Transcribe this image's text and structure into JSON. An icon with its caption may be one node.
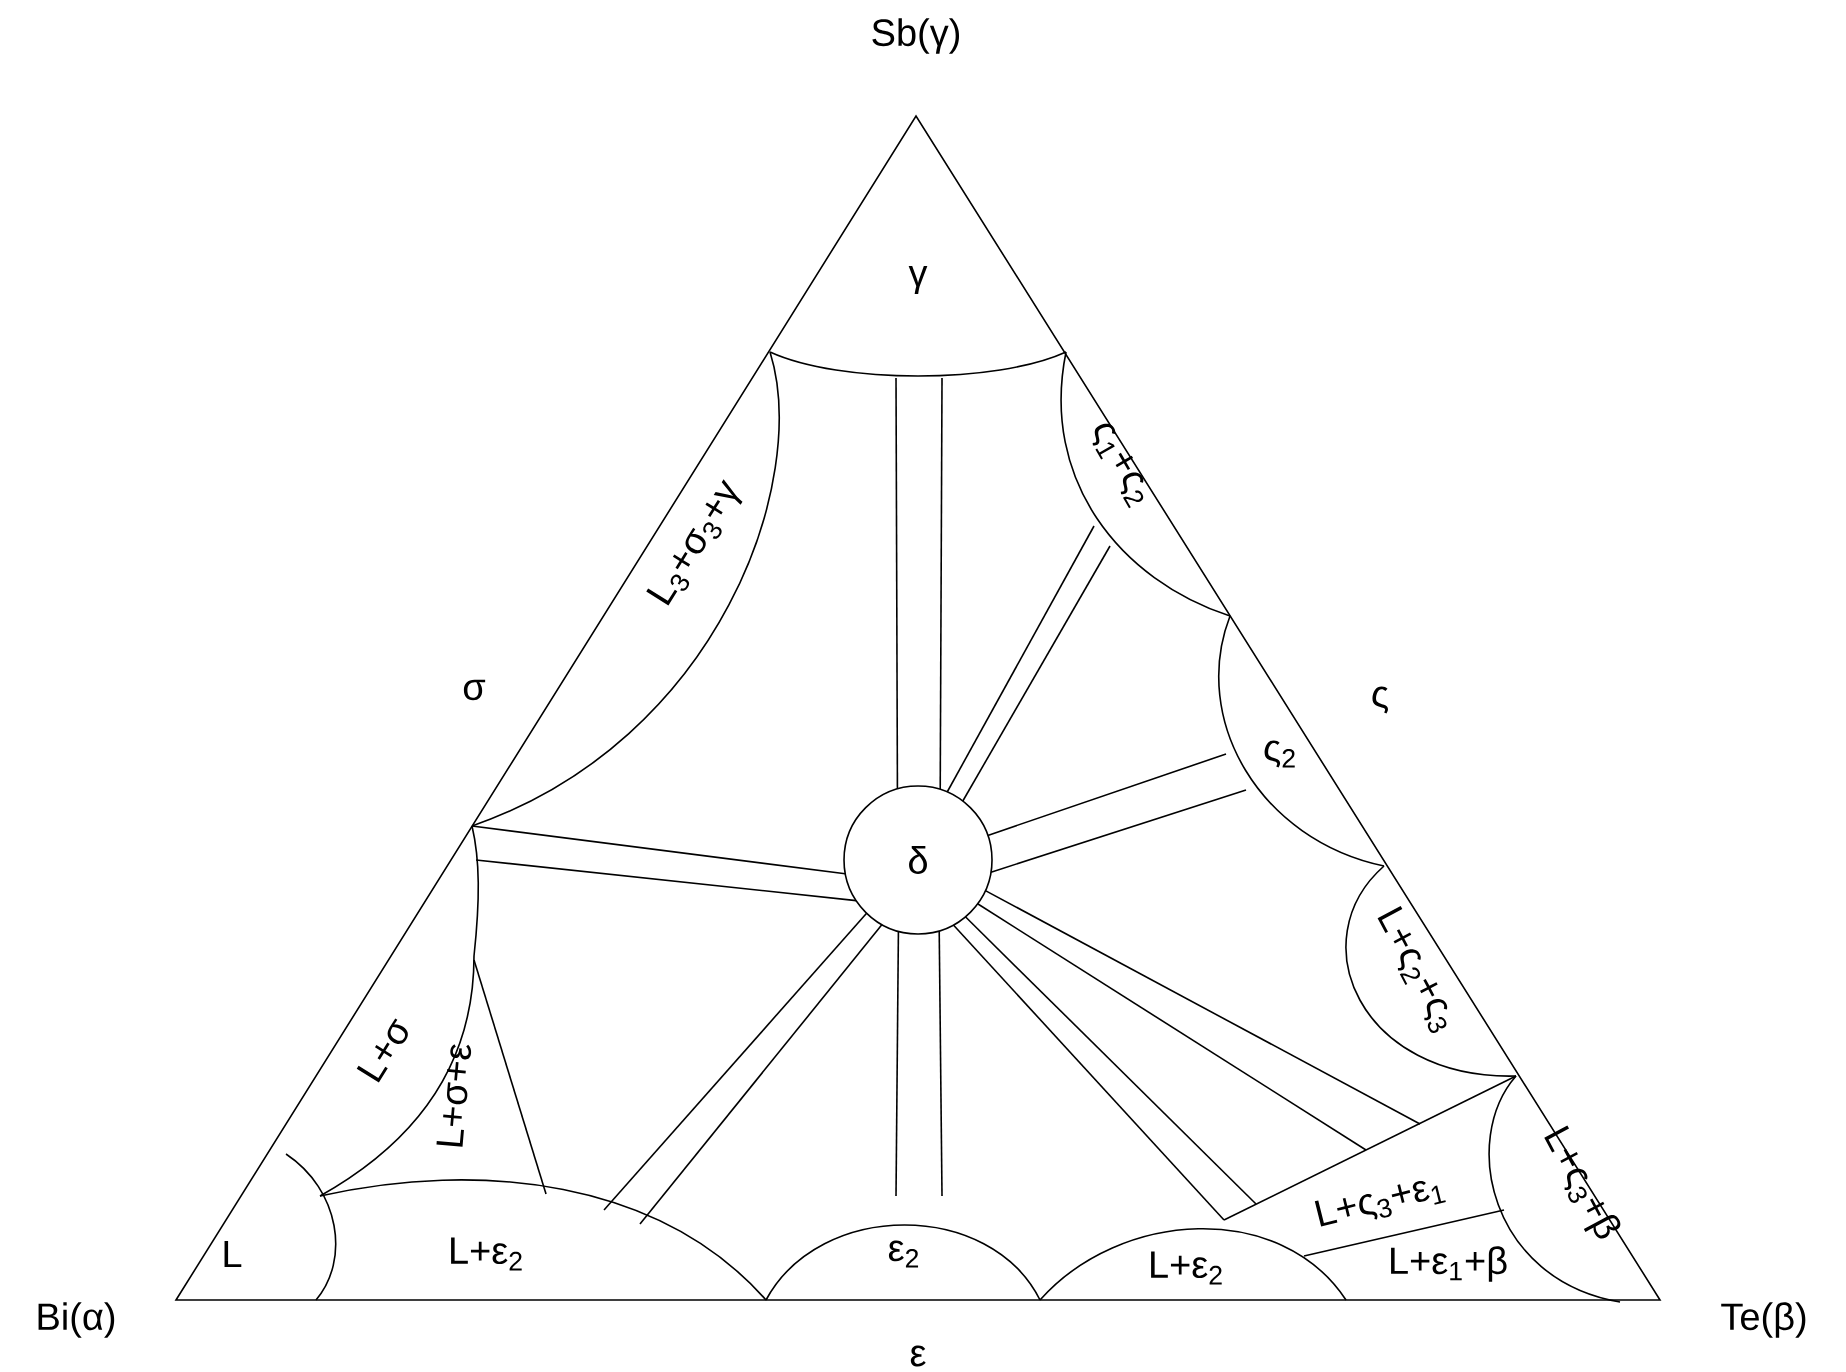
{
  "diagram": {
    "nodes": [
      {
        "text": [
          "δ"
        ]
      }
    ],
    "labels": [
      "Sb(γ)",
      "γ",
      "ς$_{1}$+ς$_{2}$",
      "L$_{3}$+σ$_{3}$+γ",
      "σ",
      "ς",
      "ς$_{2}$",
      "L+ς$_{2}$+ς$_{3}$",
      "L+σ",
      "L+σ+ε",
      "L+ς$_{3}$+β",
      "L+ς$_{3}$+ε$_{1}$",
      "L",
      "L+ε$_{2}$",
      "ε$_{2}$",
      "L+ε$_{2}$",
      "L+ε$_{1}$+β",
      "Bi(α)",
      "Te(β)",
      "ε"
    ]
  }
}
